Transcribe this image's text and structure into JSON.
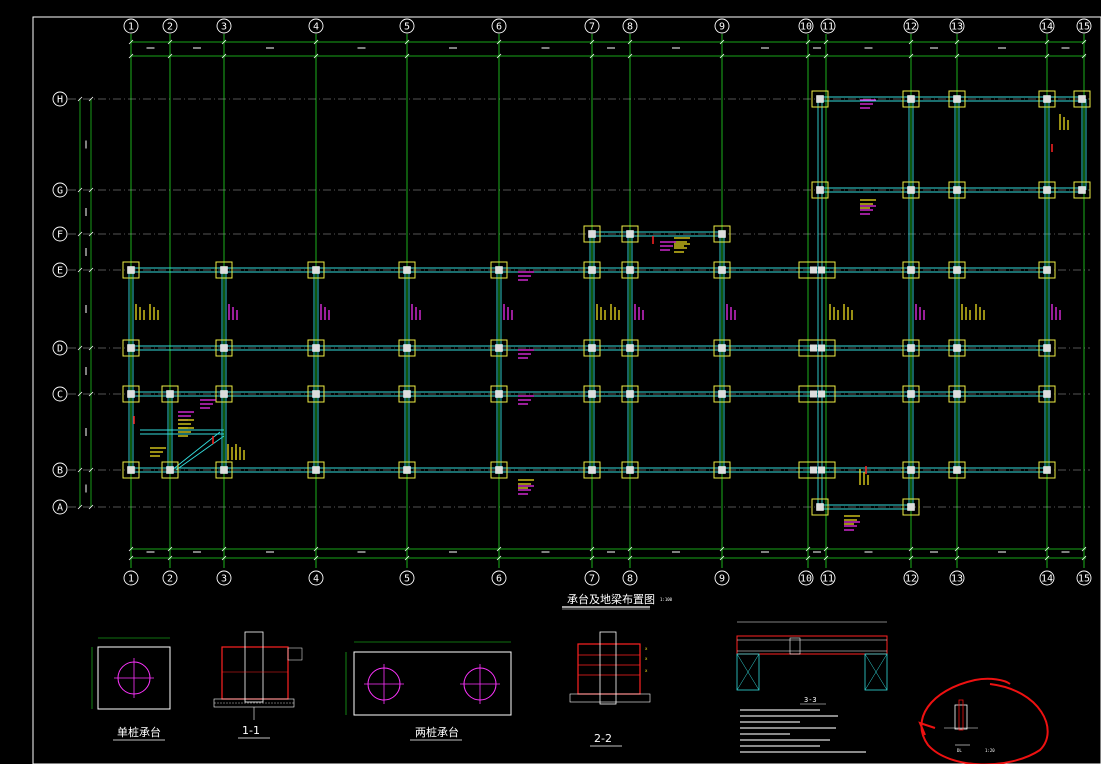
{
  "drawing": {
    "title": "承台及地梁布置图",
    "col_axes": [
      "1",
      "2",
      "3",
      "4",
      "5",
      "6",
      "7",
      "8",
      "9",
      "10",
      "11",
      "12",
      "13",
      "14",
      "15"
    ],
    "row_axes": [
      "H",
      "G",
      "F",
      "E",
      "D",
      "C",
      "B",
      "A"
    ],
    "details": {
      "single_pile_cap": "单桩承台",
      "section_1": "1-1",
      "two_pile_cap": "两桩承台",
      "section_2": "2-2",
      "section_3": "3-3"
    }
  },
  "colors": {
    "background": "#000000",
    "axis_lines": "#22dd22",
    "beams": "#33dddd",
    "pile_caps": "#eeee44",
    "annotations_magenta": "#ff33ff",
    "annotations_yellow": "#ffee22",
    "markup_circle": "#ee1111"
  }
}
